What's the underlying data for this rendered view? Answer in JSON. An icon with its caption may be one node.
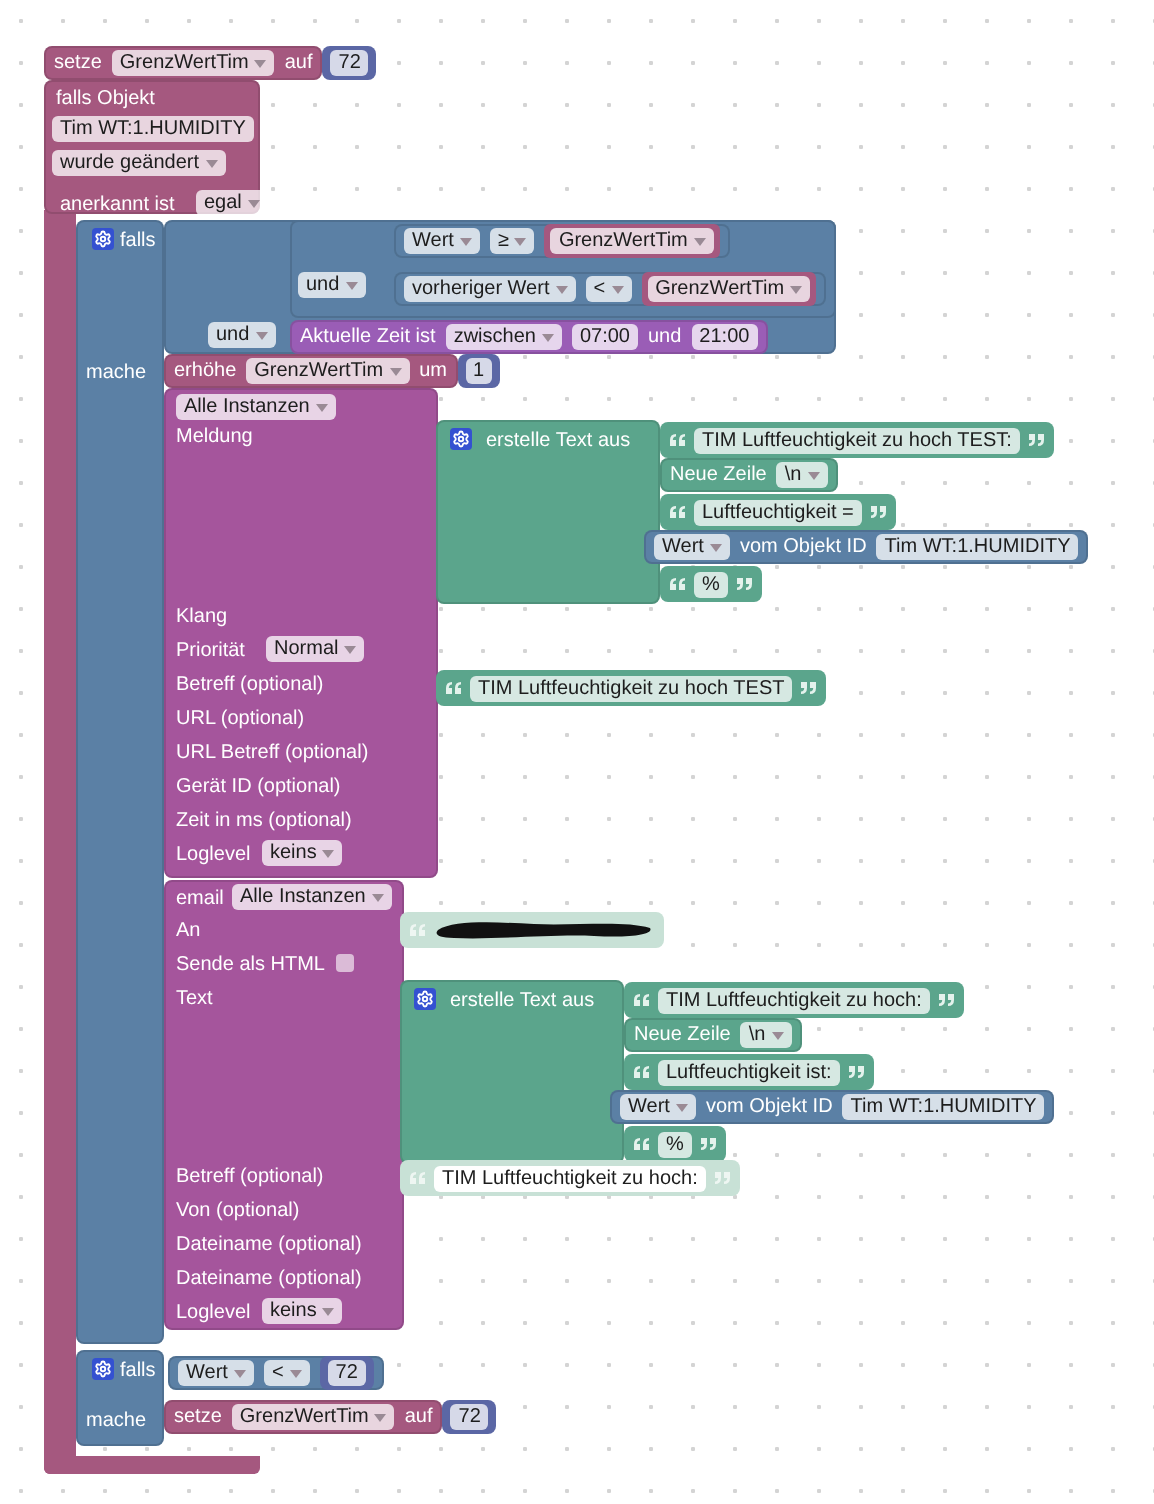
{
  "diagram": {
    "nodes": [
      {
        "text": [
          "setze",
          "auf"
        ]
      },
      {
        "text": [
          "GrenzWertTim"
        ],
        "in": 0
      },
      {
        "text": [
          "72"
        ]
      },
      {
        "text": [
          "falls Objekt",
          "anerkannt ist"
        ]
      },
      {
        "text": [
          "Tim WT:1.HUMIDITY"
        ],
        "in": 3
      },
      {
        "text": [
          "wurde geändert"
        ],
        "in": 3
      },
      {
        "text": [
          "egal"
        ],
        "in": 3
      },
      {
        "text": [
          "falls",
          "mache"
        ]
      },
      {
        "text": [],
        "shape": "box"
      },
      {
        "text": [
          "und"
        ],
        "in": 8
      },
      {
        "text": [],
        "shape": "box",
        "in": 8
      },
      {
        "text": [
          "und"
        ],
        "in": 10
      },
      {
        "text": [],
        "shape": "box",
        "in": 10
      },
      {
        "text": [
          "Wert"
        ],
        "in": 12
      },
      {
        "text": [
          "≥"
        ],
        "in": 12
      },
      {
        "text": [
          "GrenzWertTim"
        ],
        "in": 12
      },
      {
        "text": [],
        "shape": "box",
        "in": 10
      },
      {
        "text": [
          "vorheriger Wert"
        ],
        "in": 16
      },
      {
        "text": [
          "<"
        ],
        "in": 16
      },
      {
        "text": [
          "GrenzWertTim"
        ],
        "in": 16
      },
      {
        "text": [
          "Aktuelle Zeit ist",
          "und"
        ],
        "in": 8
      },
      {
        "text": [
          "zwischen"
        ],
        "in": 20
      },
      {
        "text": [
          "07:00"
        ],
        "in": 20
      },
      {
        "text": [
          "21:00"
        ],
        "in": 20
      },
      {
        "text": [
          "erhöhe",
          "um"
        ]
      },
      {
        "text": [
          "GrenzWertTim"
        ],
        "in": 24
      },
      {
        "text": [
          "1"
        ]
      },
      {
        "text": [
          "Meldung",
          "Klang",
          "Priorität",
          "Betreff (optional)",
          "URL (optional)",
          "URL Betreff (optional)",
          "Gerät ID (optional)",
          "Zeit in ms (optional)",
          "Loglevel"
        ]
      },
      {
        "text": [
          "Alle Instanzen"
        ],
        "in": 27
      },
      {
        "text": [
          "Normal"
        ],
        "in": 27
      },
      {
        "text": [
          "keins"
        ],
        "in": 27
      },
      {
        "text": [
          "erstelle Text aus"
        ]
      },
      {
        "text": [
          "TIM Luftfeuchtigkeit zu hoch TEST:"
        ]
      },
      {
        "text": [
          "Neue Zeile"
        ]
      },
      {
        "text": [
          "\\n"
        ],
        "in": 33
      },
      {
        "text": [
          "Luftfeuchtigkeit ="
        ]
      },
      {
        "text": [
          "vom Objekt ID"
        ]
      },
      {
        "text": [
          "Wert"
        ],
        "in": 36
      },
      {
        "text": [
          "Tim WT:1.HUMIDITY"
        ],
        "in": 36
      },
      {
        "text": [
          "%"
        ]
      },
      {
        "text": [
          "TIM Luftfeuchtigkeit zu hoch TEST"
        ]
      },
      {
        "text": [
          "email",
          "An",
          "Sende als HTML",
          "Text",
          "Betreff (optional)",
          "Von (optional)",
          "Dateiname (optional)",
          "Dateiname (optional)",
          "Loglevel"
        ]
      },
      {
        "text": [
          "Alle Instanzen"
        ],
        "in": 41
      },
      {
        "text": [
          "keins"
        ],
        "in": 41
      },
      {
        "text": [],
        "shape": "box"
      },
      {
        "text": [
          "erstelle Text aus"
        ]
      },
      {
        "text": [
          "TIM Luftfeuchtigkeit zu hoch:"
        ]
      },
      {
        "text": [
          "Neue Zeile"
        ]
      },
      {
        "text": [
          "\\n"
        ],
        "in": 47
      },
      {
        "text": [
          "Luftfeuchtigkeit ist:"
        ]
      },
      {
        "text": [
          "vom Objekt ID"
        ]
      },
      {
        "text": [
          "Wert"
        ],
        "in": 50
      },
      {
        "text": [
          "Tim WT:1.HUMIDITY"
        ],
        "in": 50
      },
      {
        "text": [
          "%"
        ]
      },
      {
        "text": [
          "TIM Luftfeuchtigkeit zu hoch:"
        ]
      },
      {
        "text": [
          "falls",
          "mache"
        ]
      },
      {
        "text": [],
        "shape": "box"
      },
      {
        "text": [
          "Wert"
        ],
        "in": 56
      },
      {
        "text": [
          "<"
        ],
        "in": 56
      },
      {
        "text": [
          "72"
        ],
        "in": 56
      },
      {
        "text": [
          "setze",
          "auf"
        ]
      },
      {
        "text": [
          "GrenzWertTim"
        ],
        "in": 60
      },
      {
        "text": [
          "72"
        ]
      }
    ]
  }
}
